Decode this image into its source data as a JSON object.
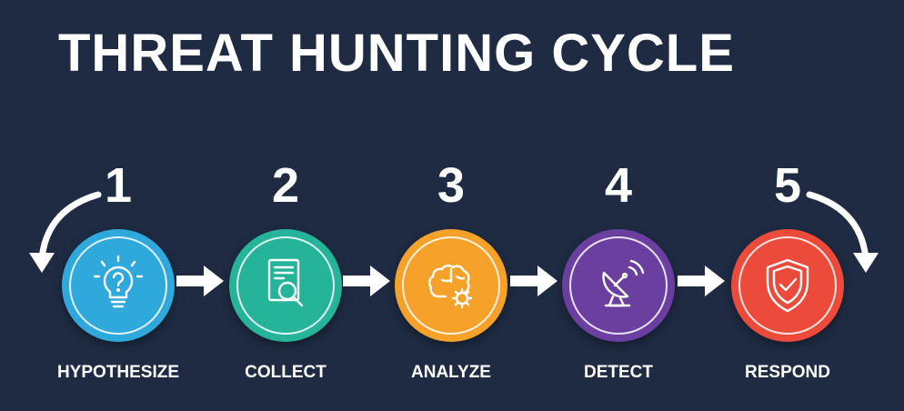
{
  "title": "THREAT HUNTING CYCLE",
  "steps": [
    {
      "number": "1",
      "label": "HYPOTHESIZE",
      "color": "#2fa8dc",
      "icon": "lightbulb-question-icon"
    },
    {
      "number": "2",
      "label": "COLLECT",
      "color": "#25b39a",
      "icon": "document-search-icon"
    },
    {
      "number": "3",
      "label": "ANALYZE",
      "color": "#f5a12a",
      "icon": "brain-gear-icon"
    },
    {
      "number": "4",
      "label": "DETECT",
      "color": "#6a3f9f",
      "icon": "satellite-dish-icon"
    },
    {
      "number": "5",
      "label": "RESPOND",
      "color": "#ec4b3c",
      "icon": "shield-check-icon"
    }
  ]
}
